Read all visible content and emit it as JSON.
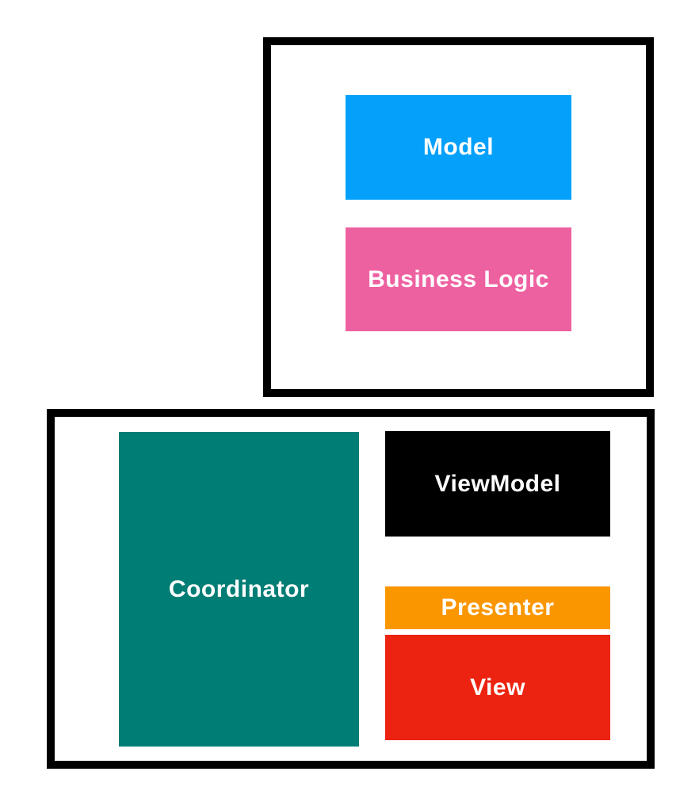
{
  "diagram": {
    "title": "architecture-layers-diagram",
    "colors": {
      "frame_border": "#000000",
      "background": "#ffffff",
      "label_text": "#ffffff"
    },
    "frames": {
      "top": {
        "name": "model-layer-frame"
      },
      "bottom": {
        "name": "presentation-layer-frame"
      }
    }
  },
  "nodes": {
    "model": {
      "label": "Model",
      "color": "#04a0fa",
      "text_color": "#ffffff"
    },
    "business_logic": {
      "label": "Business Logic",
      "color": "#ee61a1",
      "text_color": "#ffffff"
    },
    "coordinator": {
      "label": "Coordinator",
      "color": "#007d74",
      "text_color": "#ffffff"
    },
    "viewmodel": {
      "label": "ViewModel",
      "color": "#000000",
      "text_color": "#ffffff"
    },
    "presenter": {
      "label": "Presenter",
      "color": "#fa9600",
      "text_color": "#ffffff"
    },
    "view": {
      "label": "View",
      "color": "#ec2310",
      "text_color": "#ffffff"
    }
  }
}
